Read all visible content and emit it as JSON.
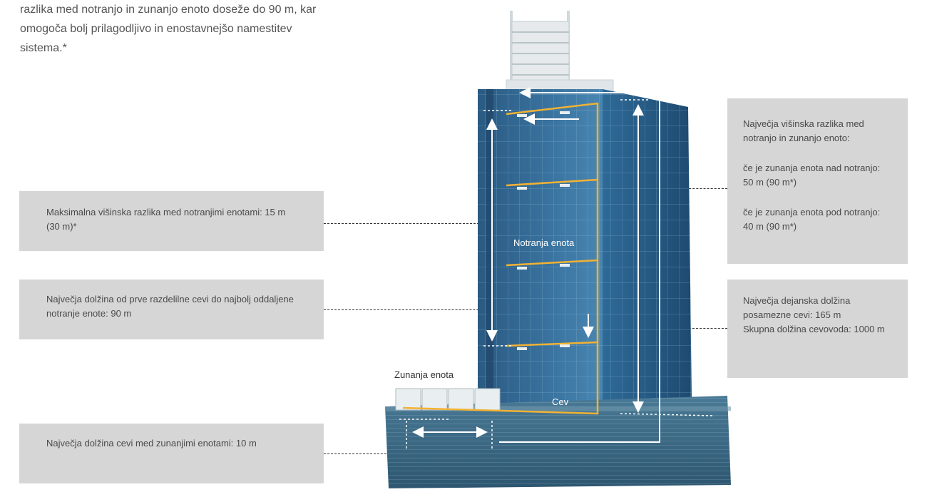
{
  "intro": {
    "line1": "razlika med notranjo in zunanjo enoto doseže do 90 m, kar",
    "line2": "omogoča bolj prilagodljivo in enostavnejšo namestitev",
    "line3": "sistema.*"
  },
  "notes": {
    "max_height_indoor": "Maksimalna višinska razlika med notranjimi enotami: 15 m (30 m)*",
    "max_length_first_branch": "Največja dolžina od prve razdelilne cevi do najbolj oddaljene notranje enote: 90 m",
    "max_length_outdoor": "Največja dolžina cevi med zunanjimi enotami: 10 m",
    "height_diff_title": "Največja višinska razlika med notranjo in zunanjo enoto:",
    "height_diff_above": "če je zunanja enota nad notranjo: 50 m (90 m*)",
    "height_diff_below": "če je zunanja enota pod notranjo: 40 m (90 m*)",
    "actual_length_line1": "Največja dejanska dolžina posamezne cevi: 165 m",
    "actual_length_line2": "Skupna dolžina cevovoda: 1000 m"
  },
  "building_labels": {
    "indoor_unit": "Notranja enota",
    "outdoor_unit": "Zunanja enota",
    "pipe": "Cev"
  },
  "colors": {
    "note_bg": "#d6d6d6",
    "pipe": "#f2b233",
    "glass": "#2f5f86",
    "arrow": "#ffffff"
  }
}
